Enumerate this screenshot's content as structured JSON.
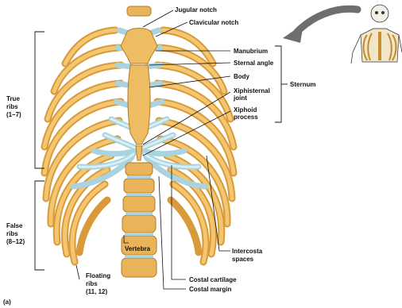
{
  "figure": {
    "panel_label": "(a)",
    "labels": {
      "jugular_notch": "Jugular notch",
      "clavicular_notch": "Clavicular notch",
      "manubrium": "Manubrium",
      "sternal_angle": "Sternal angle",
      "body": "Body",
      "xiphisternal_joint_1": "Xiphisternal",
      "xiphisternal_joint_2": "joint",
      "xiphoid_process_1": "Xiphoid",
      "xiphoid_process_2": "process",
      "sternum": "Sternum",
      "true_ribs_1": "True",
      "true_ribs_2": "ribs",
      "true_ribs_3": "(1–7)",
      "false_ribs_1": "False",
      "false_ribs_2": "ribs",
      "false_ribs_3": "(8–12)",
      "floating_ribs_1": "Floating",
      "floating_ribs_2": "ribs",
      "floating_ribs_3": "(11, 12)",
      "vertebra": "Vertebra",
      "intercostal_spaces_1": "Intercosta",
      "intercostal_spaces_2": "spaces",
      "costal_cartilage": "Costal cartilage",
      "costal_margin": "Costal margin"
    },
    "colors": {
      "bone": "#d89a3a",
      "bone_highlight": "#f3c66f",
      "cartilage": "#a9d3df",
      "arrow": "#6e6e6e"
    },
    "icons": [
      "orientation-skeleton-icon",
      "curved-arrow-icon"
    ]
  }
}
